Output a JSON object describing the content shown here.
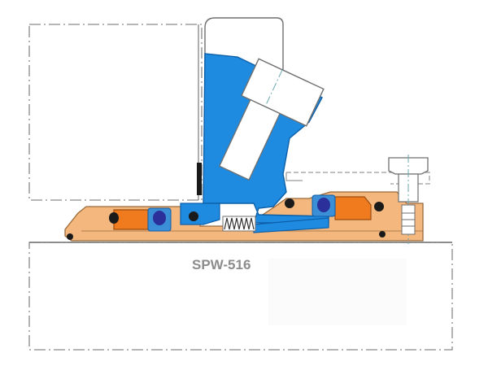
{
  "title": "SPW-516",
  "colors": {
    "outline": "#7a7a7a",
    "dashdot": "#8a8a8a",
    "gland": "#f4b77e",
    "gland_stroke": "#9a6a3a",
    "seal_ring": "#f07a1e",
    "rotor": "#1f8be0",
    "rotor_stroke": "#0d5fa8",
    "oring": "#2a2f9a",
    "label": "#8c8c8c"
  },
  "parts": [
    {
      "id": "housing",
      "icon": "housing-icon"
    },
    {
      "id": "shaft",
      "icon": "shaft-icon"
    },
    {
      "id": "gland-plate",
      "icon": "gland-plate-icon"
    },
    {
      "id": "rotating-assembly",
      "icon": "rotating-assembly-icon"
    },
    {
      "id": "stationary-seal-ring",
      "icon": "seal-ring-icon"
    },
    {
      "id": "spring",
      "icon": "spring-icon"
    },
    {
      "id": "set-screw",
      "icon": "screw-icon"
    },
    {
      "id": "o-rings",
      "icon": "o-ring-icon"
    }
  ]
}
